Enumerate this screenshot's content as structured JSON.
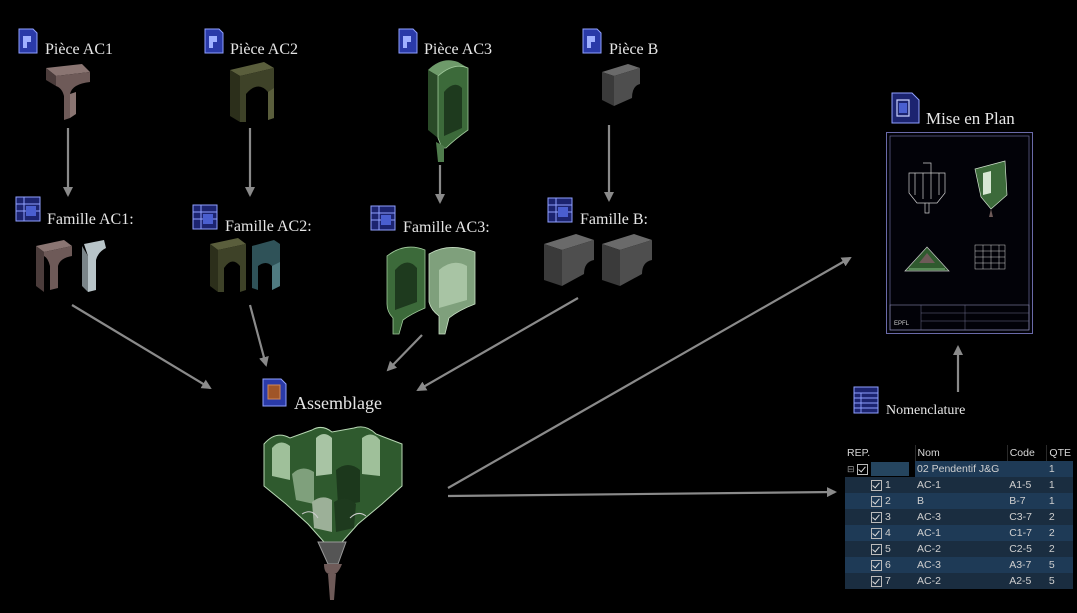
{
  "pieces": [
    {
      "label": "Pièce AC1"
    },
    {
      "label": "Pièce AC2"
    },
    {
      "label": "Pièce AC3"
    },
    {
      "label": "Pièce B"
    }
  ],
  "families": [
    {
      "label": "Famille AC1:"
    },
    {
      "label": "Famille AC2:"
    },
    {
      "label": "Famille AC3:"
    },
    {
      "label": "Famille B:"
    }
  ],
  "assembly": {
    "label": "Assemblage"
  },
  "drawing": {
    "label": "Mise en Plan",
    "stamp": "EPFL"
  },
  "bom": {
    "label": "Nomenclature",
    "headers": [
      "REP.",
      "Nom",
      "Code",
      "QTE"
    ],
    "root": {
      "name": "02 Pendentif J&G",
      "qty": "1"
    },
    "rows": [
      {
        "rep": "1",
        "name": "AC-1",
        "code": "A1-5",
        "qty": "1"
      },
      {
        "rep": "2",
        "name": "B",
        "code": "B-7",
        "qty": "1"
      },
      {
        "rep": "3",
        "name": "AC-3",
        "code": "C3-7",
        "qty": "2"
      },
      {
        "rep": "4",
        "name": "AC-1",
        "code": "C1-7",
        "qty": "2"
      },
      {
        "rep": "5",
        "name": "AC-2",
        "code": "C2-5",
        "qty": "2"
      },
      {
        "rep": "6",
        "name": "AC-3",
        "code": "A3-7",
        "qty": "5"
      },
      {
        "rep": "7",
        "name": "AC-2",
        "code": "A2-5",
        "qty": "5"
      }
    ]
  },
  "colors": {
    "background": "#000000",
    "arrow": "#8a8a8a",
    "ac1": "#6e5a58",
    "ac2": "#3e4228",
    "ac3": "#3c6a3a",
    "b": "#4e4e4e",
    "icon": "#4a5fd0",
    "table_highlight": "#1a2d40"
  }
}
